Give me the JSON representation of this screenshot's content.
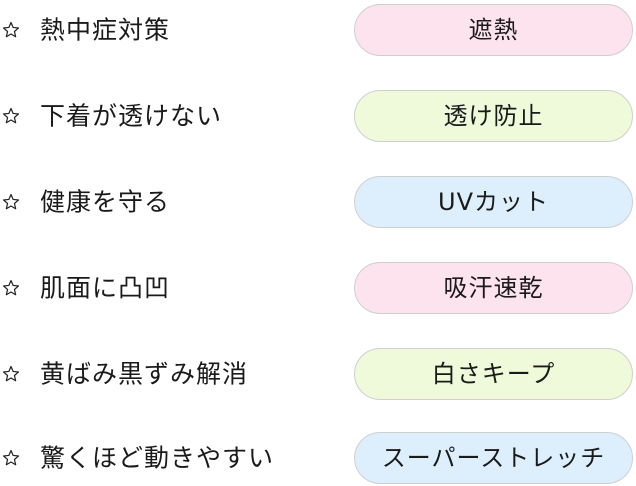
{
  "colors": {
    "pink": "#fde3ee",
    "green": "#eefada",
    "blue": "#ddeffc",
    "pill_border": "#cfcfcf",
    "text": "#1a1a1a"
  },
  "features": [
    {
      "icon": "star-outline-icon",
      "label": "熱中症対策",
      "badge": "遮熱",
      "color": "pink"
    },
    {
      "icon": "star-outline-icon",
      "label": "下着が透けない",
      "badge": "透け防止",
      "color": "green"
    },
    {
      "icon": "star-outline-icon",
      "label": "健康を守る",
      "badge": "UVカット",
      "color": "blue"
    },
    {
      "icon": "star-outline-icon",
      "label": "肌面に凸凹",
      "badge": "吸汗速乾",
      "color": "pink"
    },
    {
      "icon": "star-outline-icon",
      "label": "黄ばみ黒ずみ解消",
      "badge": "白さキープ",
      "color": "green"
    },
    {
      "icon": "star-outline-icon",
      "label": "驚くほど動きやすい",
      "badge": "スーパーストレッチ",
      "color": "blue"
    }
  ]
}
